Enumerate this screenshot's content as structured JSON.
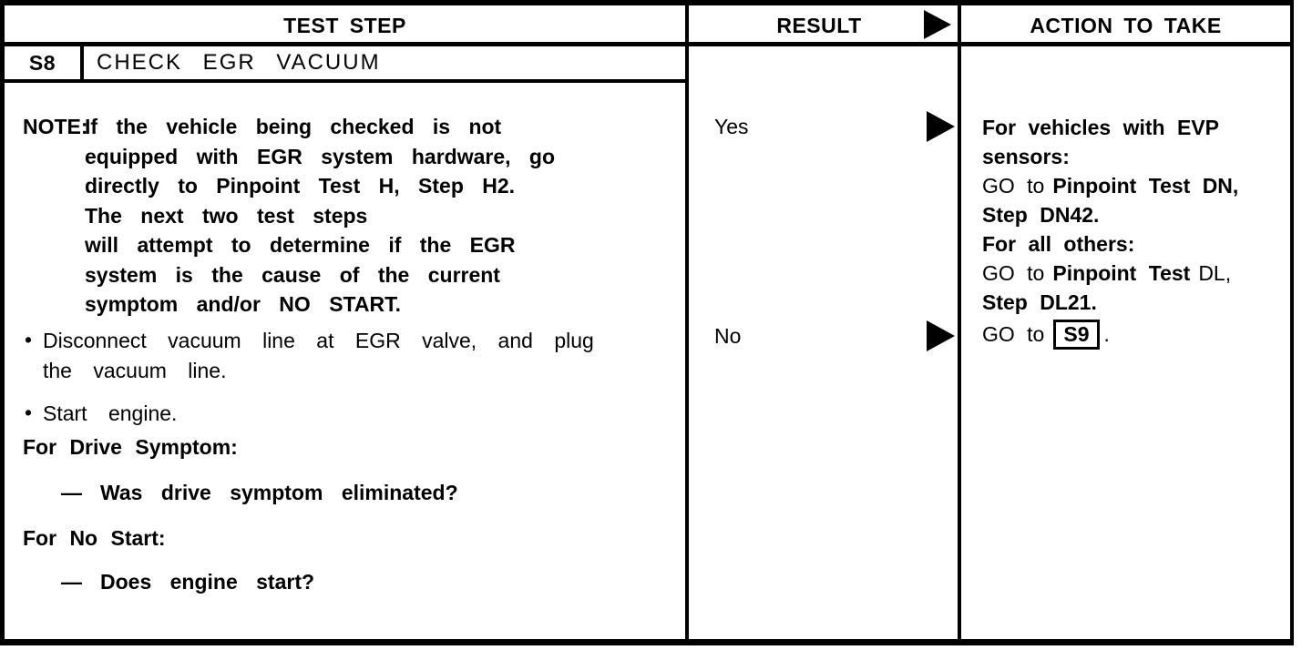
{
  "colors": {
    "ink": "#000000",
    "paper": "#ffffff"
  },
  "header": {
    "test_step": "TEST STEP",
    "result": "RESULT",
    "action": "ACTION TO TAKE"
  },
  "step": {
    "id": "S8",
    "title": "CHECK EGR VACUUM"
  },
  "test_step": {
    "note_label": "NOTE:",
    "note_lines": [
      "If the vehicle being checked is not",
      "equipped with EGR system hardware, go",
      "directly to Pinpoint Test H, Step H2.",
      "The next two test steps",
      "will attempt to determine if the EGR",
      "system is the cause of the current",
      "symptom and/or NO START."
    ],
    "bullet_glyph": "•",
    "dash_glyph": "—",
    "bullet1_lines": [
      "Disconnect vacuum line at EGR valve, and plug",
      "the vacuum line."
    ],
    "bullet2": "Start engine.",
    "drive_heading": "For Drive Symptom:",
    "drive_question": "Was drive symptom eliminated?",
    "no_start_heading": "For No Start:",
    "no_start_question": "Does engine start?"
  },
  "results": {
    "yes": "Yes",
    "no": "No"
  },
  "actions": {
    "yes": {
      "l1": "For vehicles with EVP",
      "l2": "sensors:",
      "l3_go": "GO to",
      "l3_bold": "Pinpoint Test DN,",
      "l4": "Step DN42.",
      "l5": "For all others:",
      "l6_go": "GO to",
      "l6_bold": "Pinpoint Test",
      "l6_plain": "DL,",
      "l7": "Step DL21."
    },
    "no": {
      "go": "GO to",
      "box": "S9",
      "after": "."
    }
  }
}
